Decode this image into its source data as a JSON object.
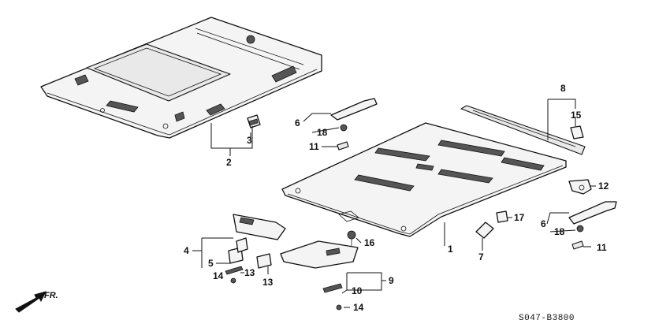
{
  "callouts": {
    "c1": "1",
    "c2": "2",
    "c3": "3",
    "c4": "4",
    "c5": "5",
    "c6a": "6",
    "c6b": "6",
    "c7": "7",
    "c8": "8",
    "c9": "9",
    "c10": "10",
    "c11a": "11",
    "c11b": "11",
    "c12": "12",
    "c13a": "13",
    "c13b": "13",
    "c14a": "14",
    "c14b": "14",
    "c15": "15",
    "c16": "16",
    "c17": "17",
    "c18a": "18",
    "c18b": "18"
  },
  "direction_label": "FR.",
  "diagram_code": "S047-B3800"
}
